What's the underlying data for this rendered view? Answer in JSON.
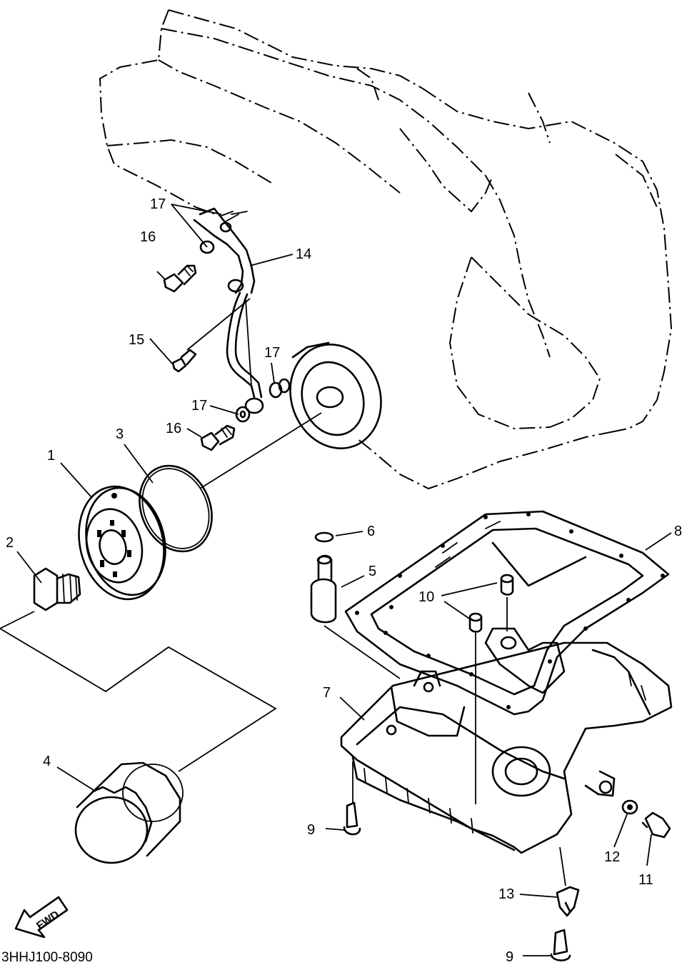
{
  "callouts": [
    "1",
    "2",
    "3",
    "4",
    "5",
    "6",
    "7",
    "8",
    "9",
    "9",
    "10",
    "11",
    "12",
    "13",
    "14",
    "15",
    "16",
    "16",
    "17",
    "17",
    "17"
  ],
  "forward_marker": "FWD",
  "drawing_code": "3HHJ100-8090"
}
